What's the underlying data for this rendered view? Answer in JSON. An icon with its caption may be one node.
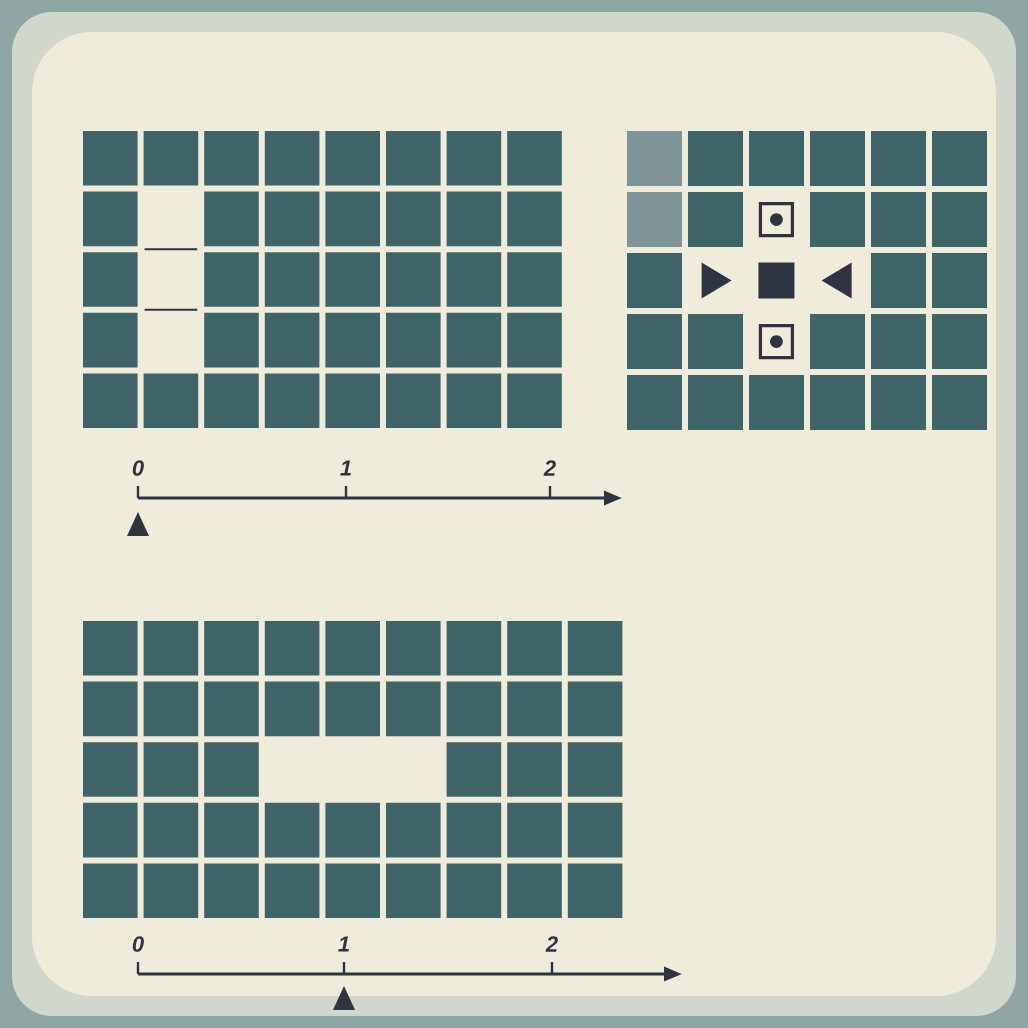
{
  "diagram": {
    "labels": [
      "0",
      "1",
      "2",
      "0",
      "1",
      "2"
    ]
  }
}
